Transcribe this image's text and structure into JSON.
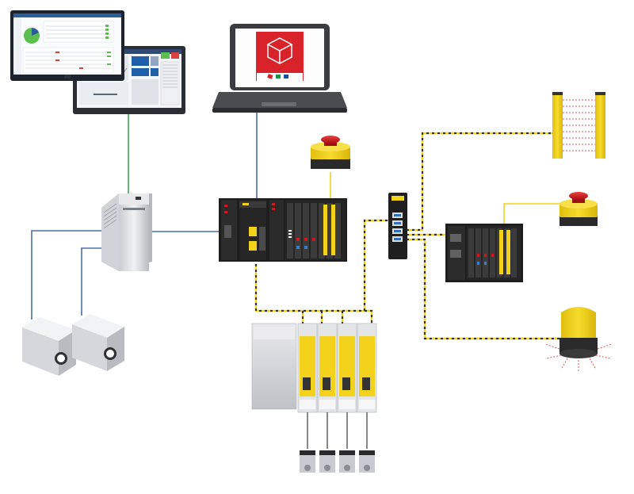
{
  "colors": {
    "background": "#ffffff",
    "ethernet_blue": "#4a6fa5",
    "green_link": "#3aa35b",
    "safety_yellow": "#f2d21b",
    "safety_black": "#333333",
    "emergency_red": "#d3161b",
    "device_gray": "#d9dbde",
    "device_dark": "#1e1e1e",
    "beam_red": "#e05050",
    "ui_blue": "#1f5fa8",
    "ui_green": "#5bbf4f"
  },
  "devices": {
    "monitor_front": {
      "icon": "hmi-monitor-dashboard-icon"
    },
    "monitor_back": {
      "icon": "hmi-monitor-process-icon"
    },
    "laptop": {
      "icon": "laptop-configuration-software-icon"
    },
    "ipc": {
      "icon": "industrial-pc-icon"
    },
    "cameras": {
      "icon": "camera-icon",
      "count": 2
    },
    "main_controller": {
      "icon": "safety-controller-icon"
    },
    "estop_top": {
      "icon": "emergency-stop-button-icon"
    },
    "switch": {
      "icon": "network-switch-icon"
    },
    "remote_io": {
      "icon": "remote-safety-io-icon"
    },
    "estop_right": {
      "icon": "emergency-stop-button-icon"
    },
    "light_curtain": {
      "icon": "safety-light-curtain-icon"
    },
    "laser_scanner": {
      "icon": "safety-laser-scanner-icon"
    },
    "servo_drives": {
      "icon": "servo-drive-icon",
      "count": 4
    },
    "servo_motors": {
      "icon": "servo-motor-icon",
      "count": 4
    }
  }
}
